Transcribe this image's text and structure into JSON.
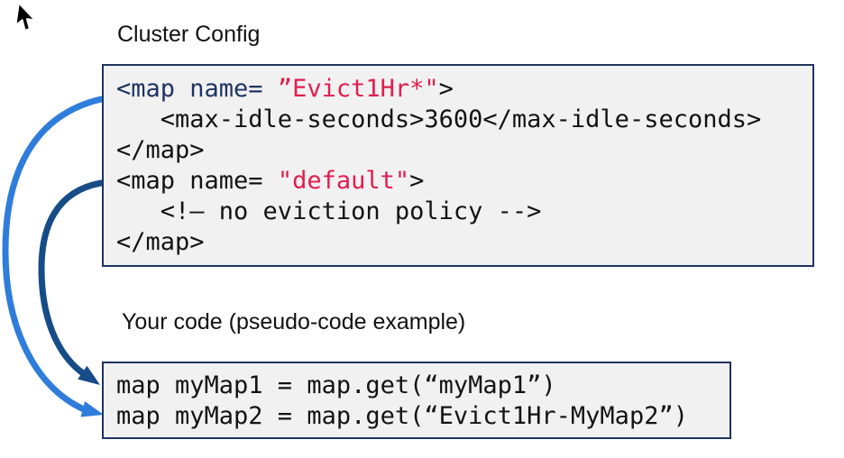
{
  "titles": {
    "config": "Cluster Config",
    "code": "Your code (pseudo-code example)"
  },
  "config_box": {
    "lines": [
      [
        {
          "t": "<map name= ",
          "c": "navy"
        },
        {
          "t": "”Evict1Hr*\"",
          "c": "red"
        },
        {
          "t": ">",
          "c": "black"
        }
      ],
      [
        {
          "t": "   <max-idle-seconds>3600</max-idle-seconds>",
          "c": "black"
        }
      ],
      [
        {
          "t": "</map>",
          "c": "black"
        }
      ],
      [
        {
          "t": "<map name= ",
          "c": "black"
        },
        {
          "t": "\"default\"",
          "c": "red"
        },
        {
          "t": ">",
          "c": "black"
        }
      ],
      [
        {
          "t": "   <!– no eviction policy -->",
          "c": "black"
        }
      ],
      [
        {
          "t": "</map>",
          "c": "black"
        }
      ]
    ]
  },
  "pseudo_box": {
    "lines": [
      [
        {
          "t": "map myMap1 = map.get(“myMap1”)",
          "c": "black"
        }
      ],
      [
        {
          "t": "map myMap2 = map.get(“Evict1Hr-MyMap2”)",
          "c": "black"
        }
      ]
    ]
  },
  "arrows": [
    {
      "name": "evict1hr-config-to-mymap2-line",
      "color": "#2f7ddb"
    },
    {
      "name": "default-config-to-mymap1-line",
      "color": "#164c87"
    }
  ],
  "colors": {
    "box_background": "#f1f1f2",
    "box_border": "#1e3460",
    "xml_tag_navy": "#1e3460",
    "string_red": "#e11d4e",
    "code_black": "#131313"
  }
}
